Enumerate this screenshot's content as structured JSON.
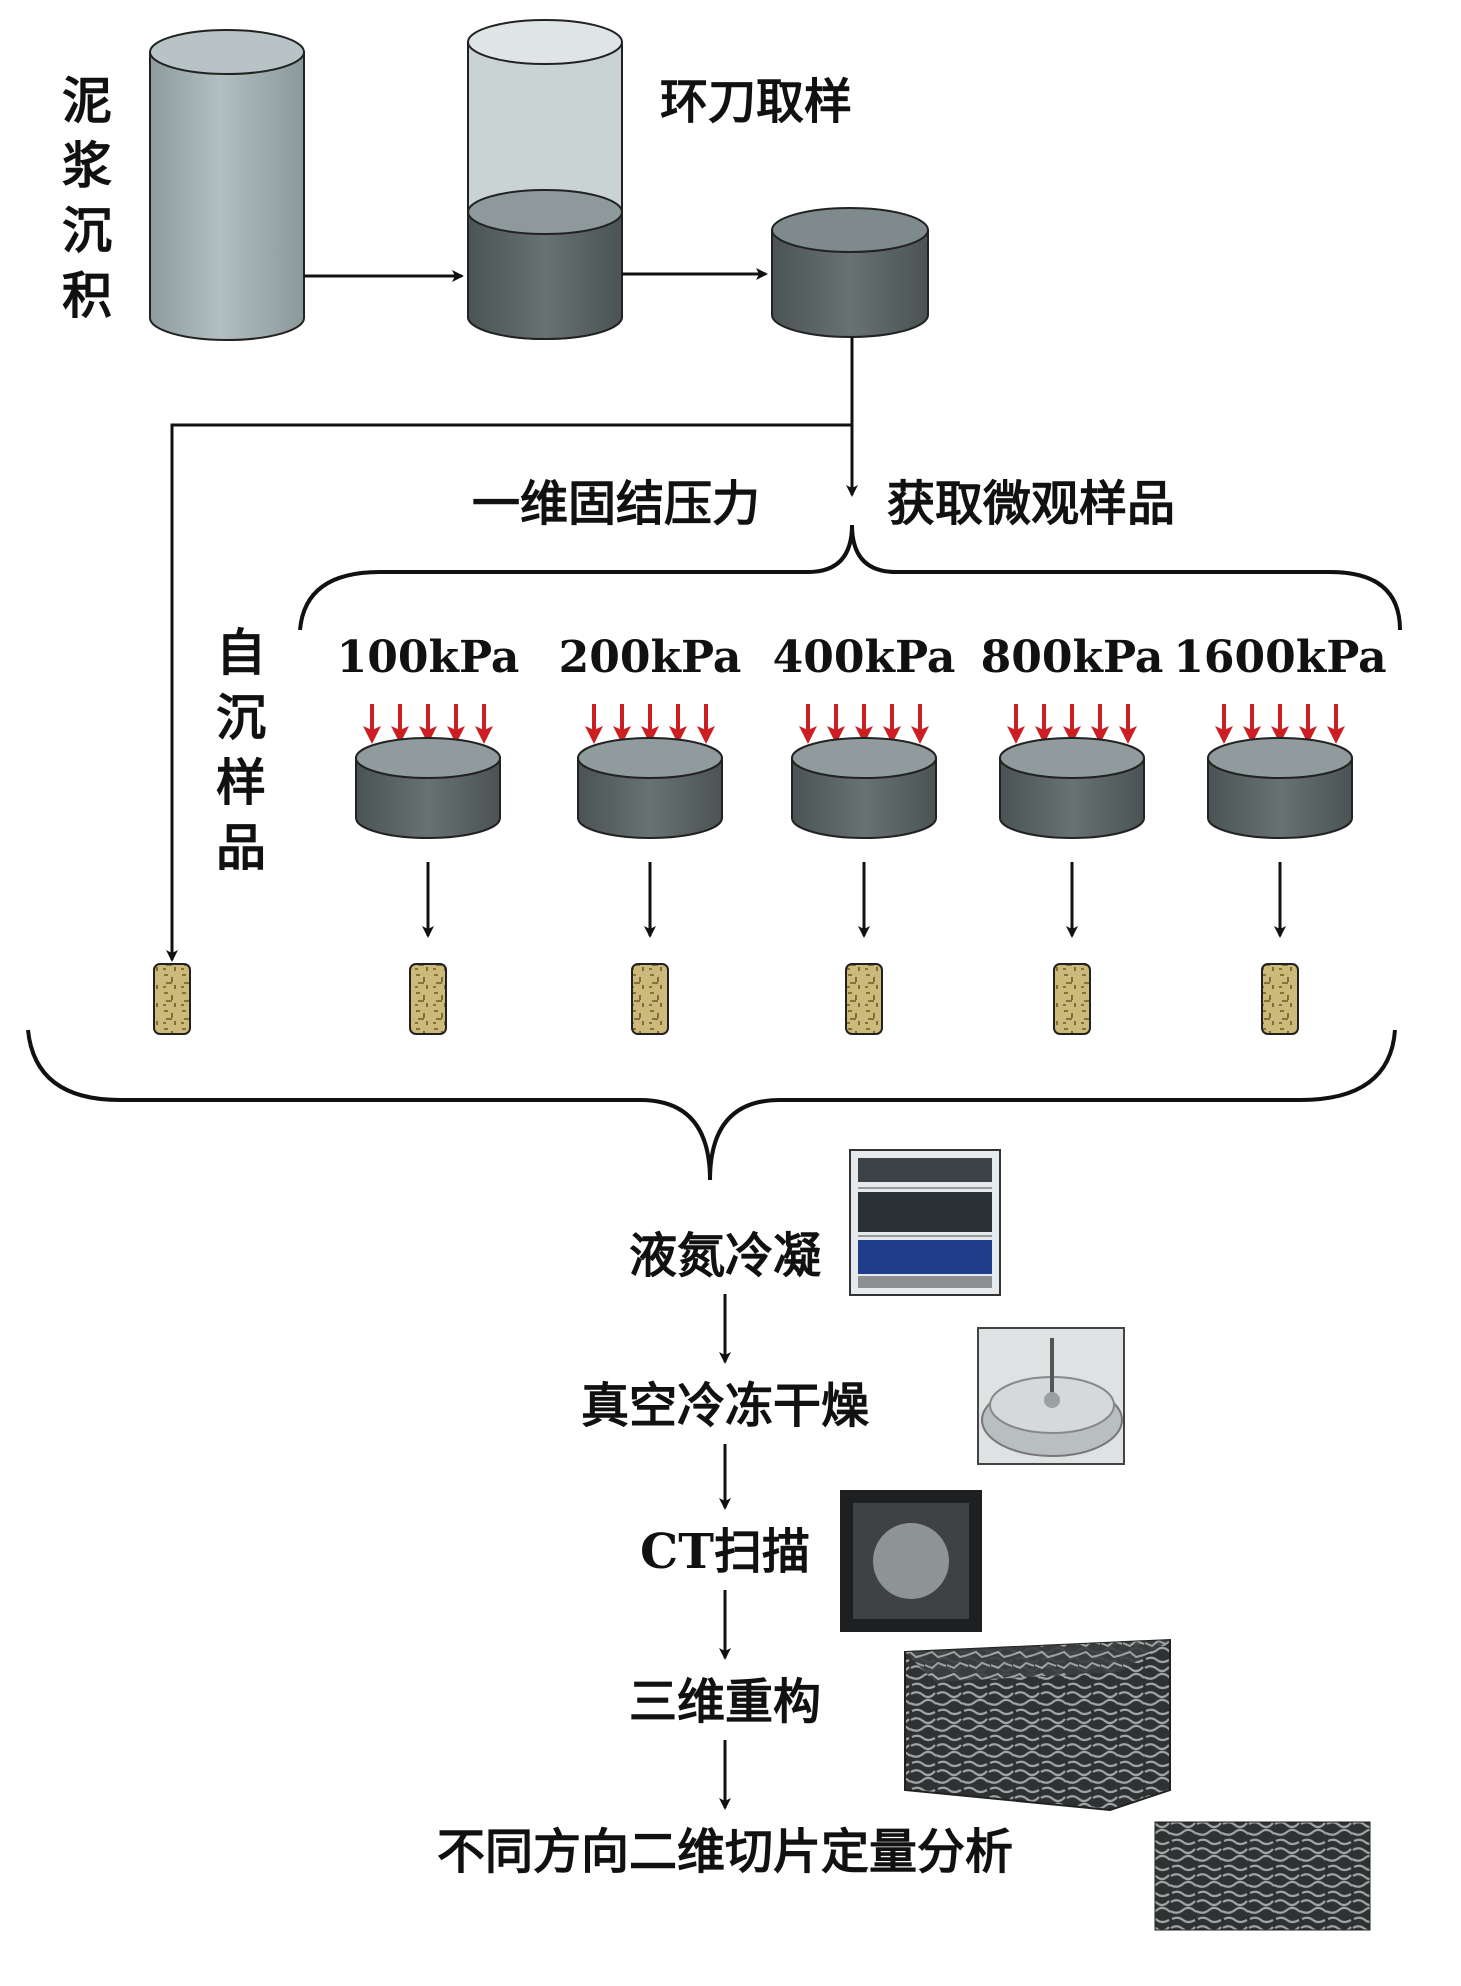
{
  "labels": {
    "slurry_deposition": "泥浆沉积",
    "ring_sampling": "环刀取样",
    "consolidation_pressure": "一维固结压力",
    "get_micro_samples": "获取微观样品",
    "self_settled_sample": "自沉样品"
  },
  "pressures": [
    "100kPa",
    "200kPa",
    "400kPa",
    "800kPa",
    "1600kPa"
  ],
  "steps": [
    {
      "label": "液氮冷凝",
      "photo": "liquid-nitrogen-rack-photo"
    },
    {
      "label": "真空冷冻干燥",
      "photo": "freeze-dryer-photo"
    },
    {
      "label": "CT扫描",
      "photo": "ct-scan-image"
    },
    {
      "label": "三维重构",
      "photo": "3d-reconstruction-image"
    },
    {
      "label": "不同方向二维切片定量分析",
      "photo": "2d-slice-image"
    }
  ],
  "colors": {
    "cylinder_fill": "#a6b3b5",
    "sample_fill": "#5d6667",
    "arrow_red": "#cc1f24",
    "core_fill": "#cbb877",
    "stroke": "#111111"
  }
}
